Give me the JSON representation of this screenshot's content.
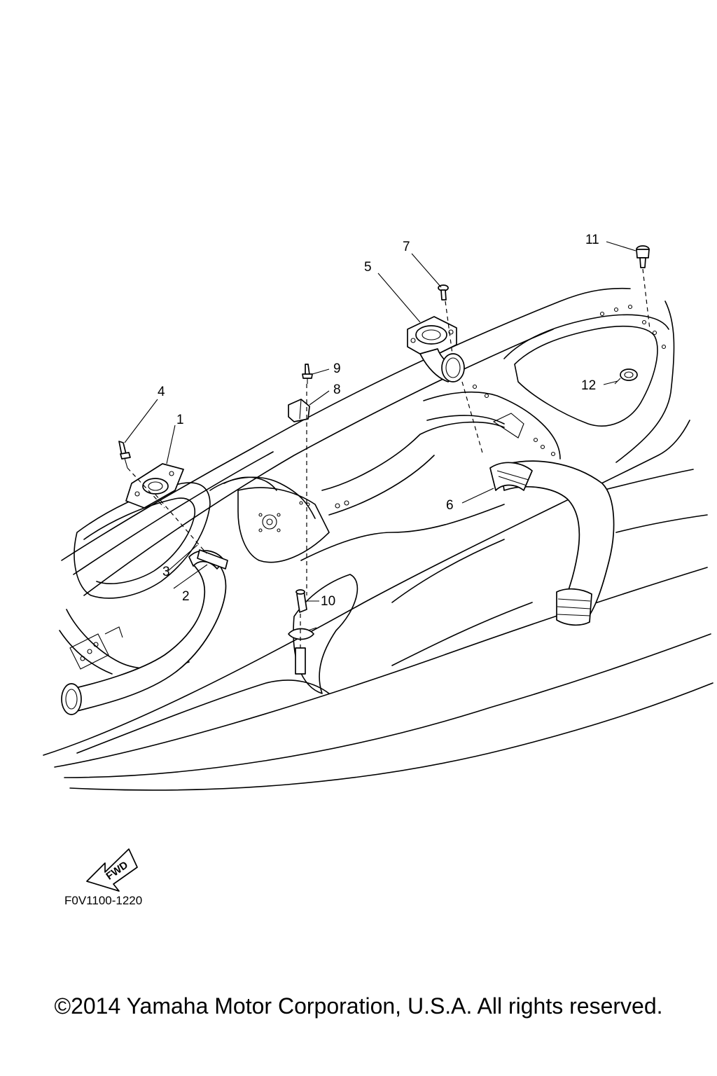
{
  "diagram": {
    "callouts": [
      {
        "id": "1",
        "label": "1"
      },
      {
        "id": "2",
        "label": "2"
      },
      {
        "id": "3",
        "label": "3"
      },
      {
        "id": "4",
        "label": "4"
      },
      {
        "id": "5",
        "label": "5"
      },
      {
        "id": "6",
        "label": "6"
      },
      {
        "id": "7",
        "label": "7"
      },
      {
        "id": "8",
        "label": "8"
      },
      {
        "id": "9",
        "label": "9"
      },
      {
        "id": "10",
        "label": "10"
      },
      {
        "id": "11",
        "label": "11"
      },
      {
        "id": "12",
        "label": "12"
      }
    ],
    "fwd_label": "FWD",
    "diagram_code": "F0V1100-1220"
  },
  "footer": {
    "copyright": "©2014 Yamaha Motor Corporation, U.S.A. All rights reserved."
  },
  "colors": {
    "line": "#000000",
    "background": "#ffffff"
  }
}
